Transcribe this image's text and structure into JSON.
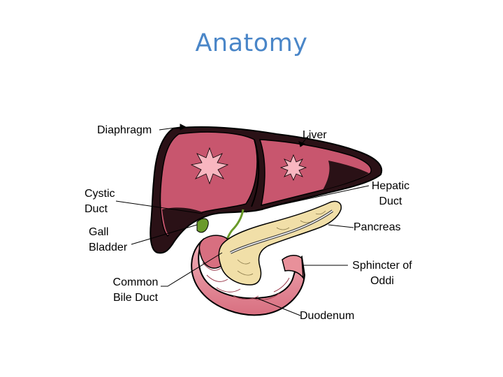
{
  "slide": {
    "title": "Anatomy"
  },
  "labels": {
    "diaphragm": "Diaphragm",
    "liver": "Liver",
    "cystic_duct": "Cystic\nDuct",
    "hepatic_duct": "Hepatic\nDuct",
    "gall_bladder": "Gall\nBladder",
    "pancreas": "Pancreas",
    "sphincter_of_oddi": "Sphincter of\nOddi",
    "common_bile_duct": "Common\nBile Duct",
    "duodenum": "Duodenum"
  },
  "colors": {
    "title": "#4a86c8",
    "liver_pink": "#c8566e",
    "liver_dark": "#3a1a20",
    "liver_light": "#f0a0aa",
    "gallbladder": "#6a9a2a",
    "pancreas": "#f1dfa8",
    "duodenum_pink": "#e8909a",
    "outline": "#000000"
  }
}
